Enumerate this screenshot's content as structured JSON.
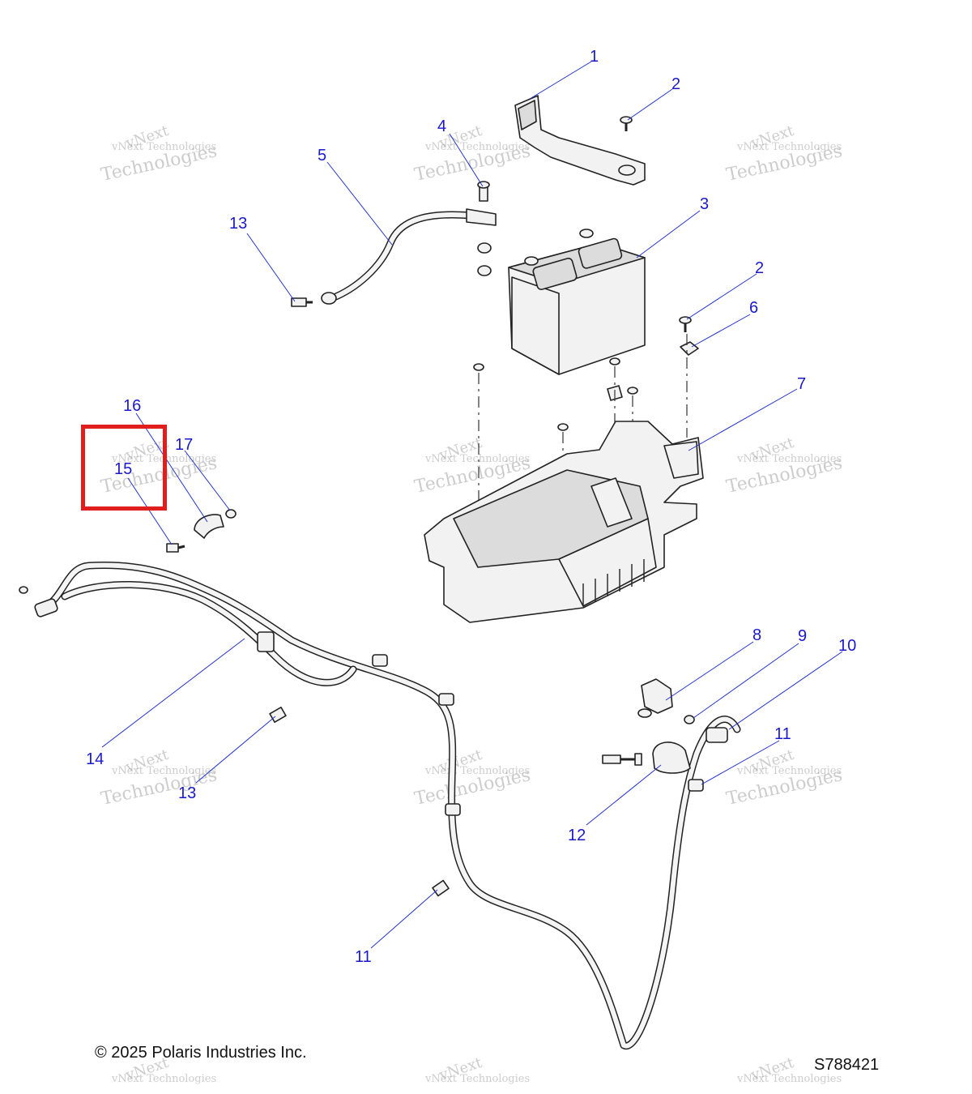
{
  "callouts": [
    {
      "label": "1"
    },
    {
      "label": "2"
    },
    {
      "label": "4"
    },
    {
      "label": "5"
    },
    {
      "label": "13"
    },
    {
      "label": "3"
    },
    {
      "label": "2"
    },
    {
      "label": "6"
    },
    {
      "label": "7"
    },
    {
      "label": "16"
    },
    {
      "label": "17"
    },
    {
      "label": "15"
    },
    {
      "label": "8"
    },
    {
      "label": "9"
    },
    {
      "label": "10"
    },
    {
      "label": "11"
    },
    {
      "label": "14"
    },
    {
      "label": "13"
    },
    {
      "label": "12"
    },
    {
      "label": "11"
    }
  ],
  "watermark": {
    "line1": "vNext",
    "line2": "vNext Technologies",
    "line3": "Technologies"
  },
  "footer": {
    "copyright": "© 2025 Polaris Industries Inc.",
    "diagram_id": "S788421"
  },
  "colors": {
    "callout": "#1a1acc",
    "leader": "#2233cc",
    "highlight": "#e01e1e"
  }
}
